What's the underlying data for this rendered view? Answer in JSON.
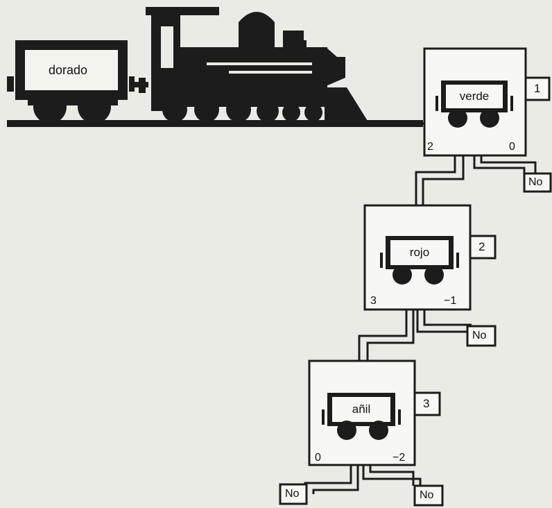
{
  "train": {
    "car_label": "dorado"
  },
  "stations": [
    {
      "car_label": "verde",
      "step": "1",
      "left_value": "2",
      "right_value": "0",
      "no_label": "No"
    },
    {
      "car_label": "rojo",
      "step": "2",
      "left_value": "3",
      "right_value": "−1",
      "no_label": "No"
    },
    {
      "car_label": "añil",
      "step": "3",
      "left_value": "0",
      "right_value": "−2",
      "no_label_left": "No",
      "no_label_right": "No"
    }
  ],
  "colors": {
    "ink": "#1c1c1c",
    "paper": "#ebebe6",
    "box_fill": "#f7f7f3"
  }
}
